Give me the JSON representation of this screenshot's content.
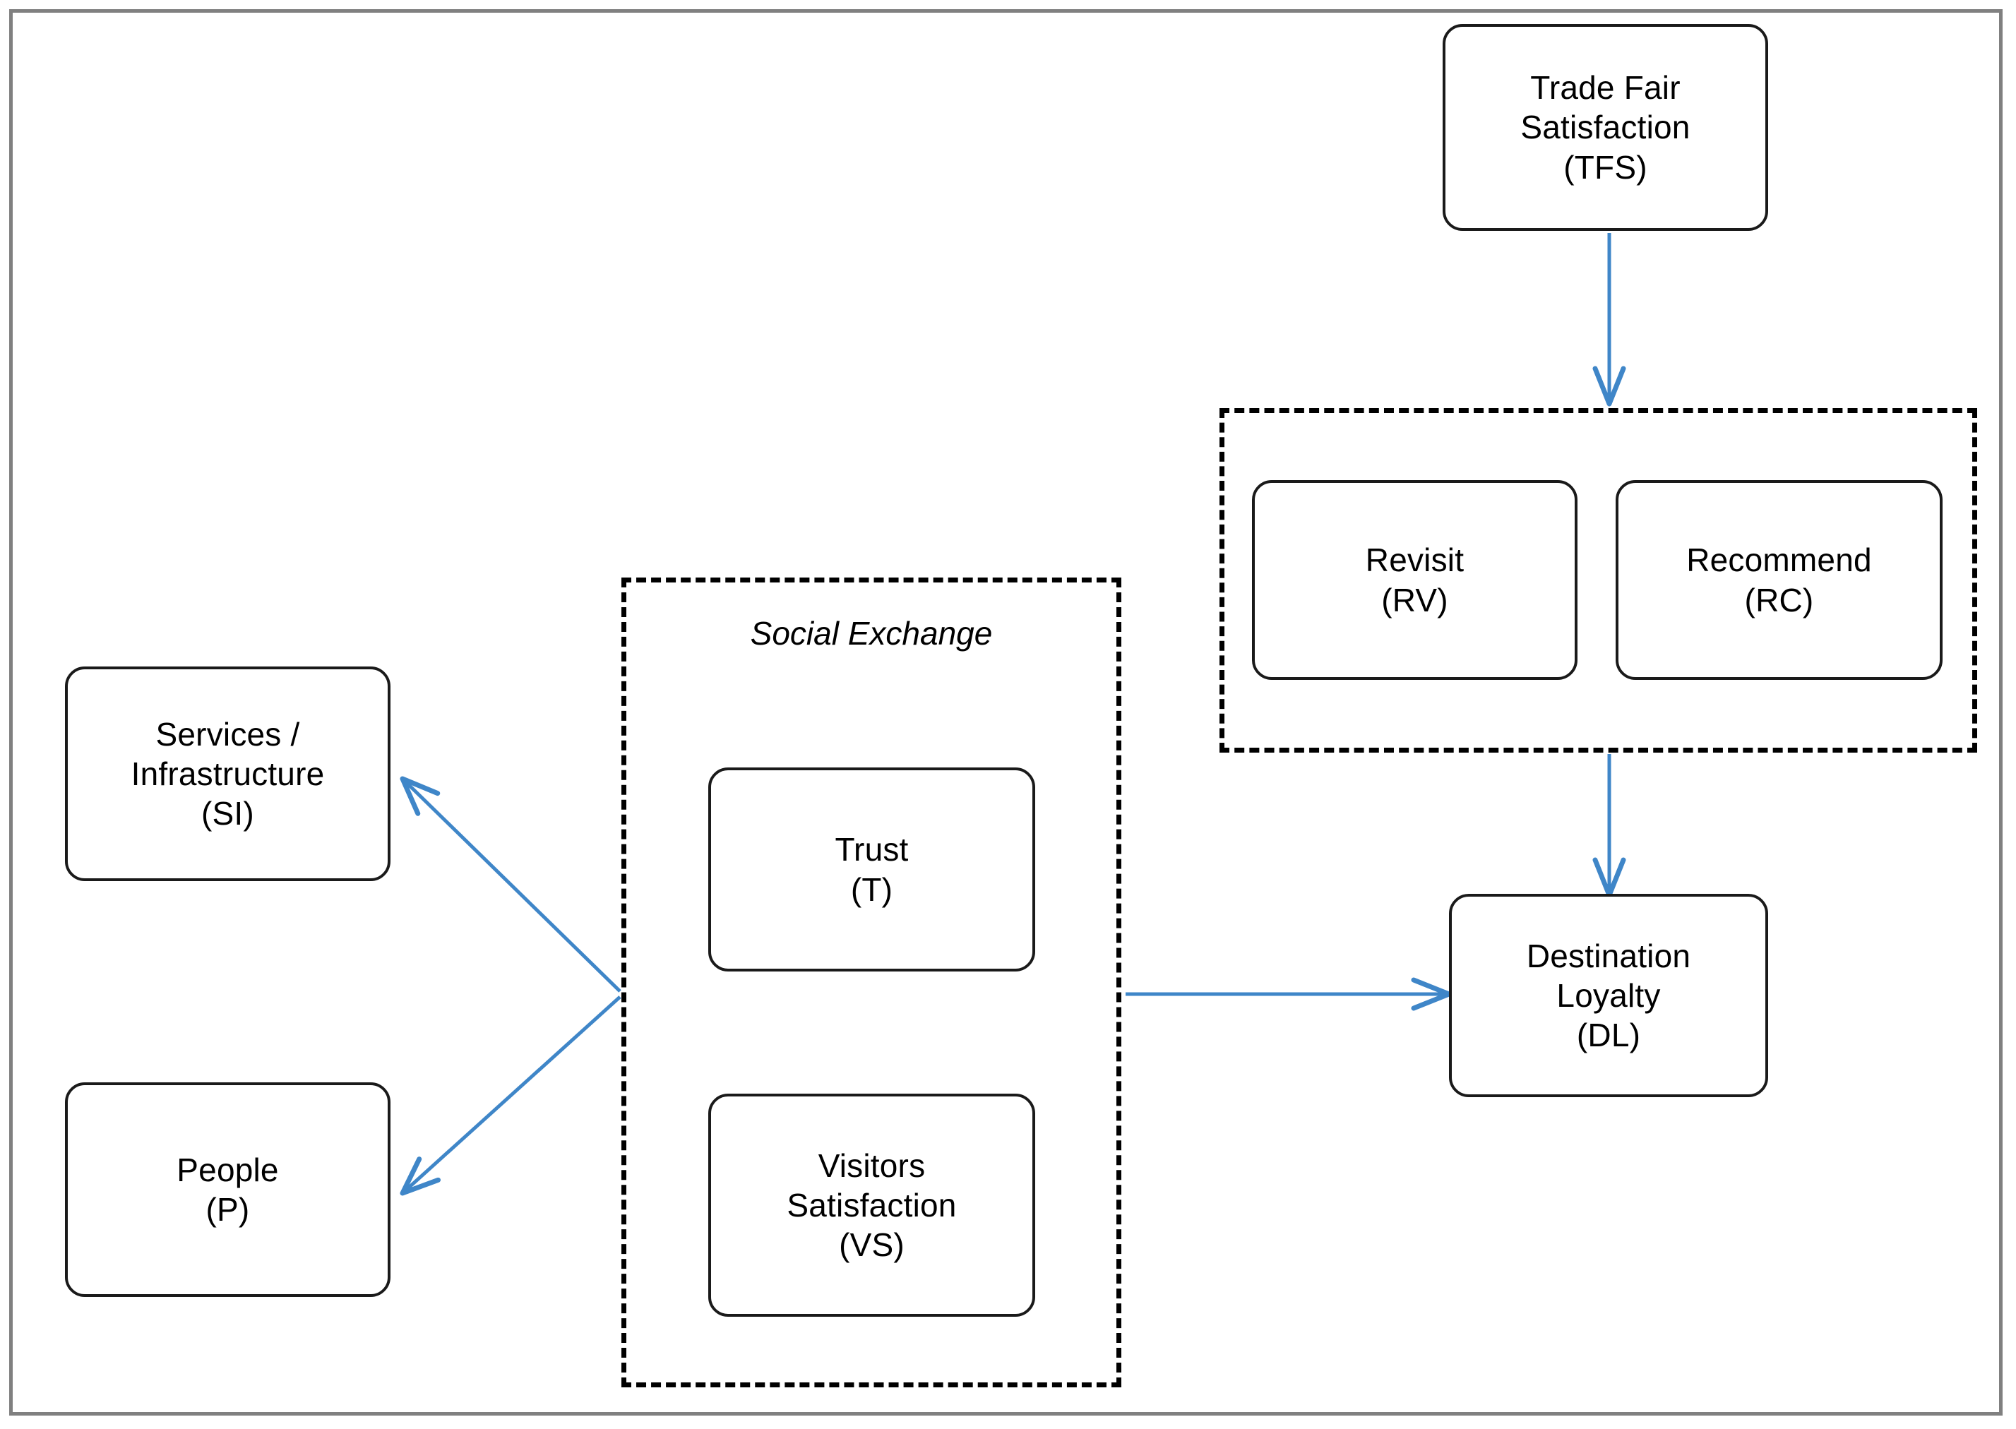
{
  "diagram": {
    "frame_color": "#808080",
    "arrow_color": "#3f86c8",
    "node_border_color": "#1a1a1a",
    "dashed_border_color": "#000000",
    "nodes": {
      "tfs": {
        "label": "Trade Fair\nSatisfaction\n(TFS)",
        "name": "Trade Fair Satisfaction",
        "abbr": "TFS"
      },
      "rv": {
        "label": "Revisit\n(RV)",
        "name": "Revisit",
        "abbr": "RV"
      },
      "rc": {
        "label": "Recommend\n(RC)",
        "name": "Recommend",
        "abbr": "RC"
      },
      "dl": {
        "label": "Destination\nLoyalty\n(DL)",
        "name": "Destination Loyalty",
        "abbr": "DL"
      },
      "si": {
        "label": "Services /\nInfrastructure\n(SI)",
        "name": "Services / Infrastructure",
        "abbr": "SI"
      },
      "p": {
        "label": "People\n(P)",
        "name": "People",
        "abbr": "P"
      },
      "t": {
        "label": "Trust\n(T)",
        "name": "Trust",
        "abbr": "T"
      },
      "vs": {
        "label": "Visitors\nSatisfaction\n(VS)",
        "name": "Visitors Satisfaction",
        "abbr": "VS"
      }
    },
    "groups": {
      "social_exchange": {
        "title": "Social Exchange"
      },
      "loyalty_group": {
        "title": ""
      }
    },
    "edges": [
      {
        "from": "tfs",
        "to": "loyalty_group",
        "style": "solid-arrow",
        "direction": "down"
      },
      {
        "from": "loyalty_group",
        "to": "dl",
        "style": "solid-arrow",
        "direction": "down"
      },
      {
        "from": "social_exchange",
        "to": "dl",
        "style": "solid-arrow",
        "direction": "right"
      },
      {
        "from": "social_exchange",
        "to": "si",
        "style": "solid-arrow",
        "direction": "up-left"
      },
      {
        "from": "social_exchange",
        "to": "p",
        "style": "solid-arrow",
        "direction": "down-left"
      }
    ]
  }
}
